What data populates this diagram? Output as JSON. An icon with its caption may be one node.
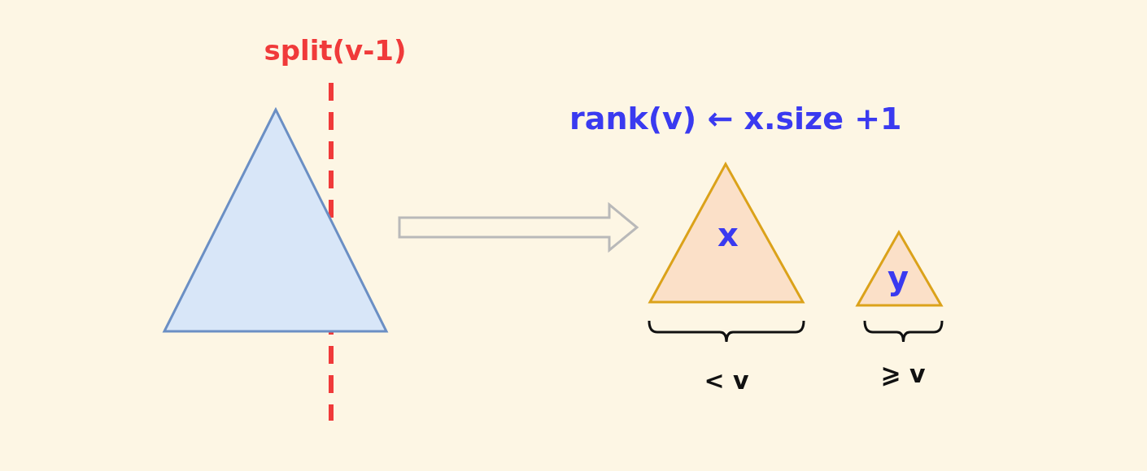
{
  "diagram": {
    "nodes": [
      {
        "text": [],
        "shape": "triangle"
      },
      {
        "text": [
          "x"
        ],
        "beside": [
          "< v"
        ]
      },
      {
        "text": [
          "y"
        ],
        "beside": [
          "⩾ v"
        ]
      }
    ],
    "edges": [
      {
        "from": 0,
        "to": 1,
        "arrow": "to"
      }
    ],
    "labels": [
      "split(v-1)",
      "rank(v) ← x.size +1"
    ]
  }
}
